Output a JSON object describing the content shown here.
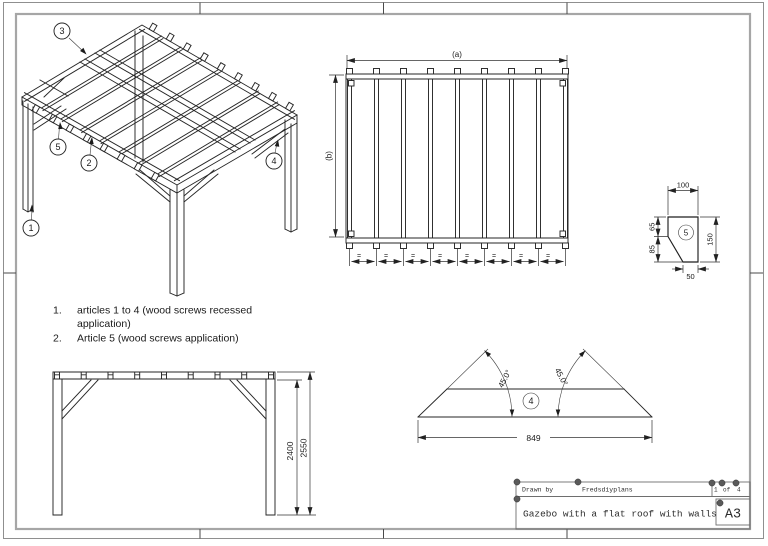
{
  "callouts": {
    "c1": "1",
    "c2": "2",
    "c3": "3",
    "c4": "4",
    "c5": "5"
  },
  "plan": {
    "dim_a": "(a)",
    "dim_b": "(b)",
    "equal": "="
  },
  "detail5": {
    "label": "5",
    "width_top": "100",
    "height_right": "150",
    "left_upper": "65",
    "left_lower": "85",
    "width_bottom": "50"
  },
  "detail4": {
    "label": "4",
    "angle_left": "45.0°",
    "angle_right": "45.0°",
    "length_bottom": "849"
  },
  "elevation": {
    "dim_inner": "2400",
    "dim_outer": "2550"
  },
  "notes": {
    "n1_index": "1.",
    "n1_line1": "articles 1 to 4 (wood screws recessed",
    "n1_line2": "application)",
    "n2_index": "2.",
    "n2_text": "Article 5 (wood screws application)"
  },
  "title_block": {
    "drawn_by_label": "Drawn by",
    "author": "Fredsdiyplans",
    "page_no": "1",
    "of_label": "of",
    "page_total": "4",
    "drawing_title": "Gazebo with a flat roof with walls",
    "paper_size": "A3"
  },
  "colors": {
    "line": "#262626",
    "frame": "#a6a6a6",
    "grip": "#5a5a5a",
    "background": "#ffffff"
  }
}
